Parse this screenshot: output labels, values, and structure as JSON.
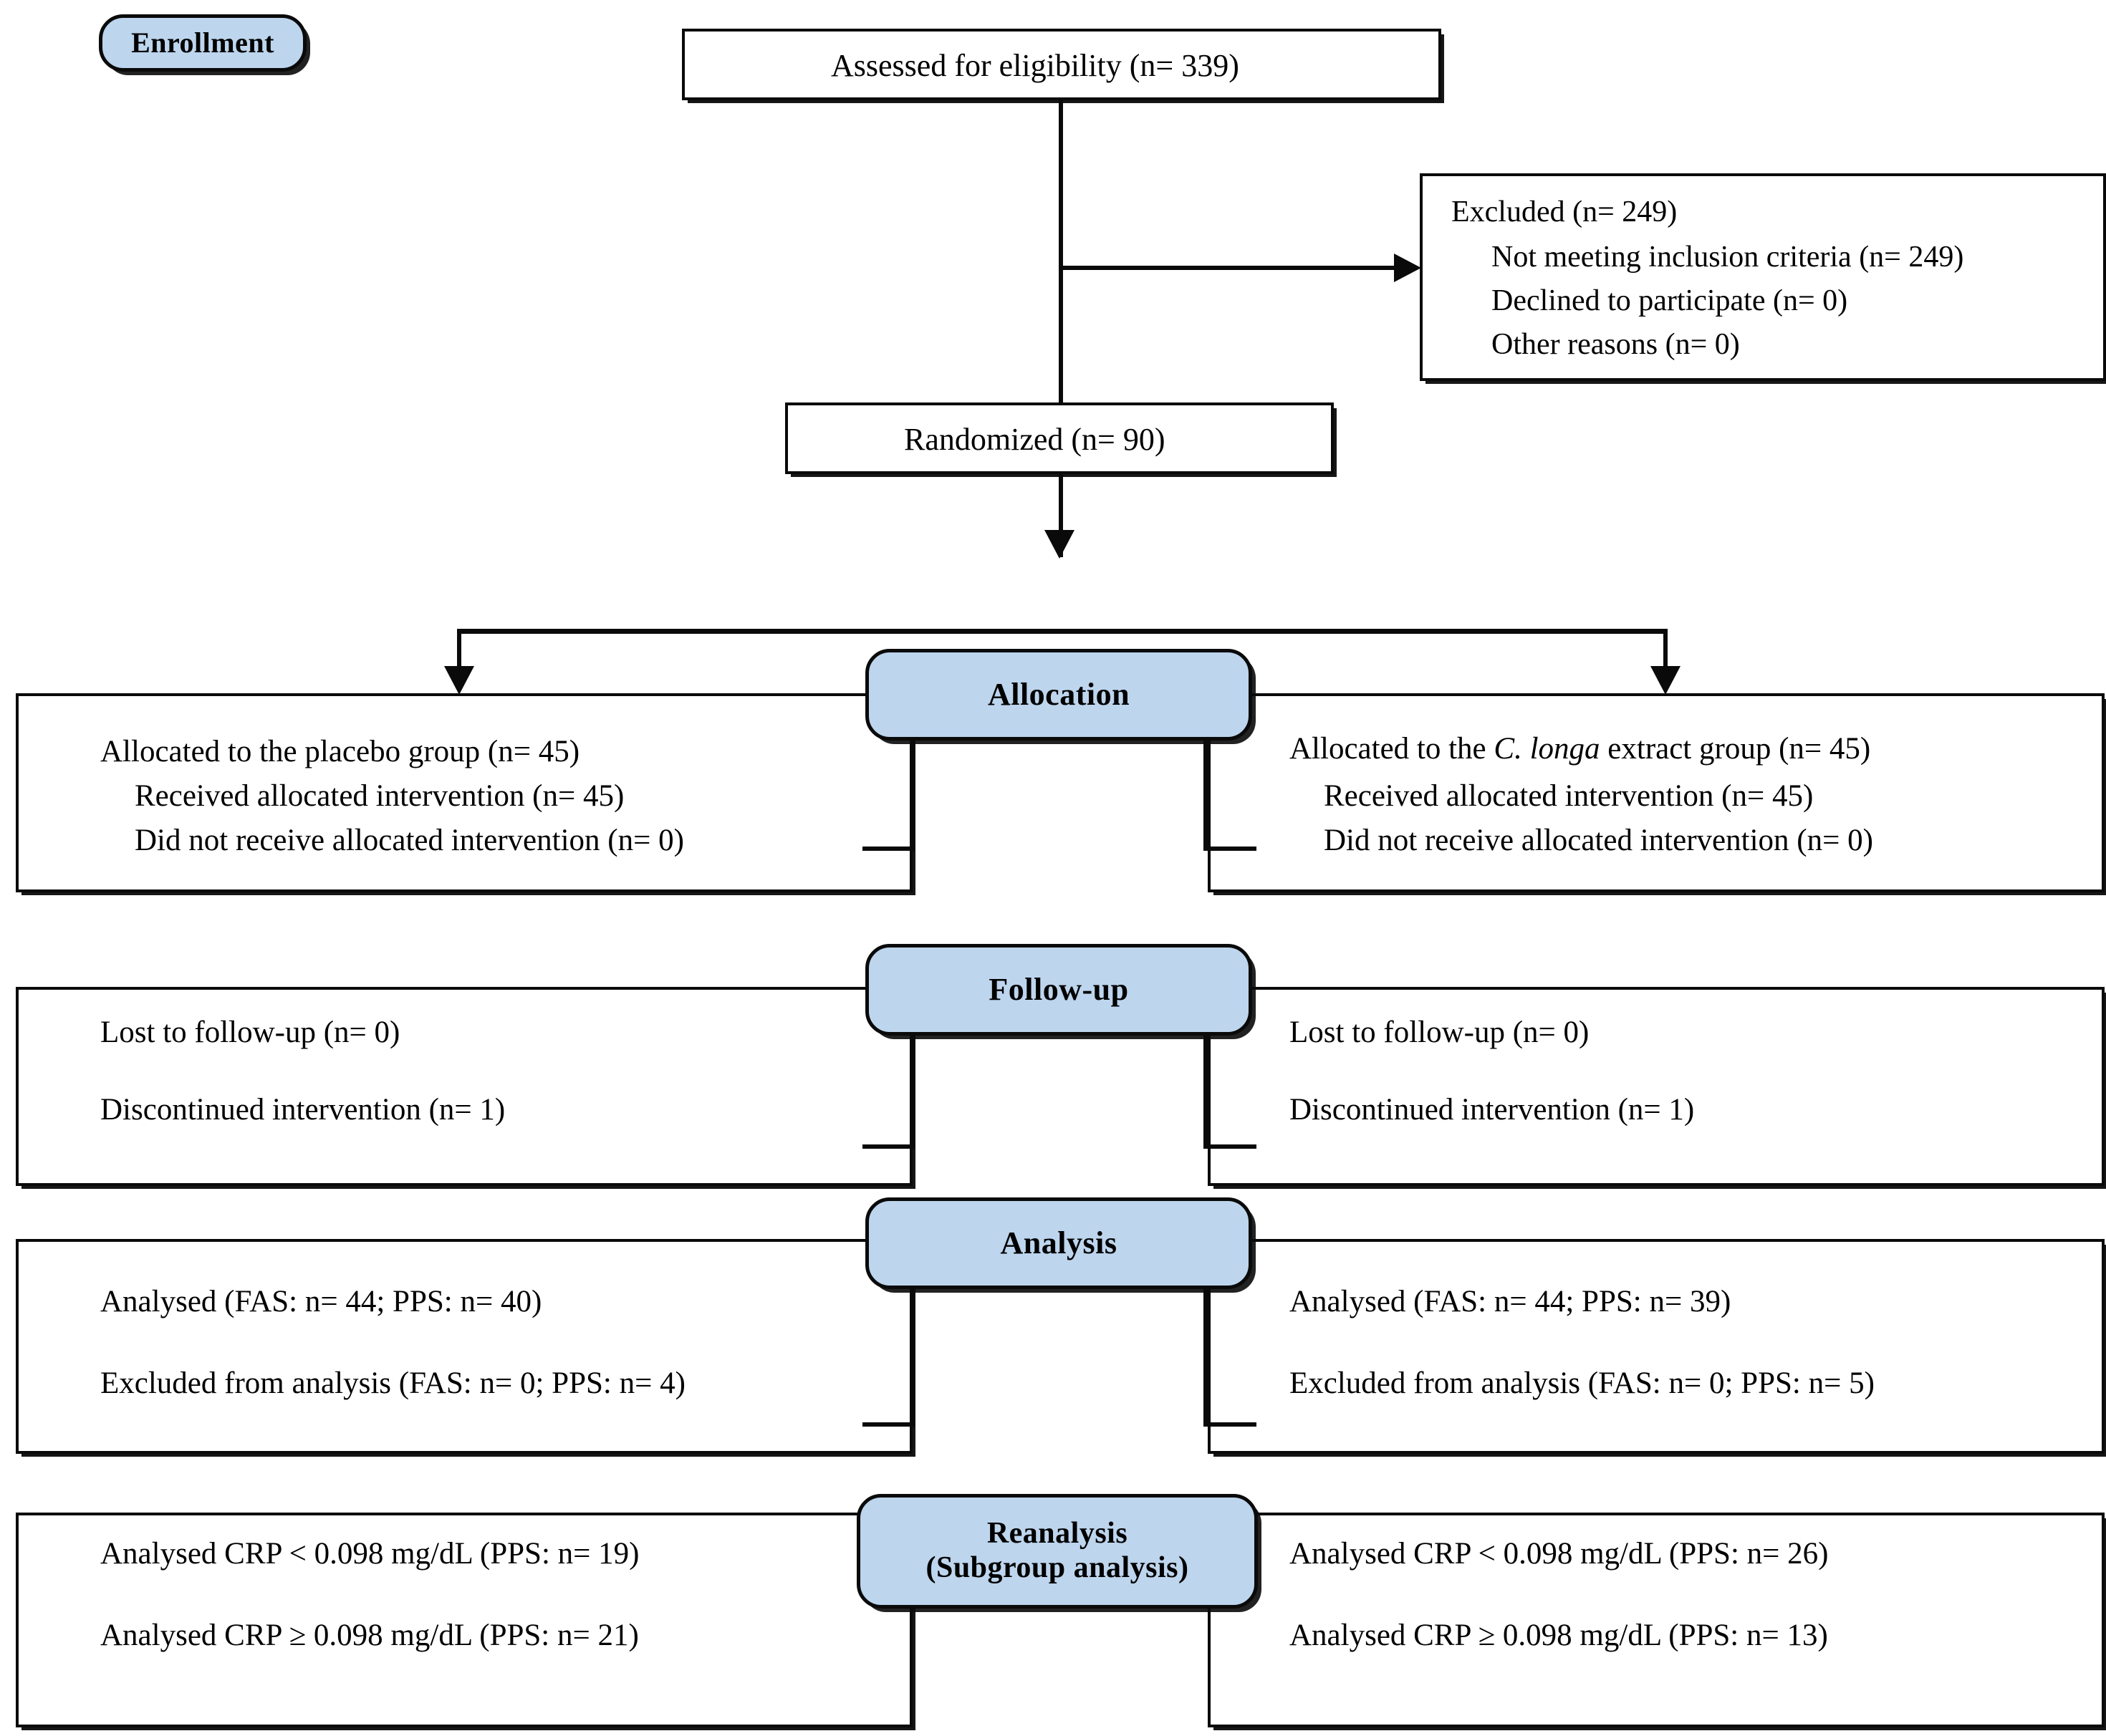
{
  "diagram": {
    "type": "consort-flow-diagram",
    "title": "CONSORT Participant Flow Diagram",
    "accent_color": "#bdd5ed",
    "border_color": "#0a0a0a",
    "background_color": "#ffffff"
  },
  "stages": {
    "enrollment": "Enrollment",
    "allocation": "Allocation",
    "followup": "Follow-up",
    "analysis": "Analysis",
    "reanalysis": "Reanalysis\n(Subgroup analysis)"
  },
  "enrollment": {
    "assessed": "Assessed for eligibility  (n= 339)",
    "excluded_title": "Excluded (n= 249)",
    "excluded_reasons": [
      "Not meeting inclusion  criteria (n= 249)",
      "Declined to participate  (n= 0)",
      "Other reasons (n= 0)"
    ],
    "randomized": "Randomized (n= 90)"
  },
  "allocation": {
    "left": {
      "heading": "Allocated to the placebo group (n= 45)",
      "items": [
        "Received allocated intervention  (n= 45)",
        "Did not receive allocated intervention  (n= 0)"
      ]
    },
    "right": {
      "heading_pre": "Allocated to the ",
      "heading_italic": "C. longa",
      "heading_post": " extract group (n= 45)",
      "items": [
        "Received allocated intervention  (n= 45)",
        "Did not receive allocated intervention  (n= 0)"
      ]
    }
  },
  "followup": {
    "left": [
      "Lost to follow-up  (n= 0)",
      "Discontinued  intervention (n= 1)"
    ],
    "right": [
      "Lost to follow-up  (n= 0)",
      "Discontinued  intervention (n= 1)"
    ]
  },
  "analysis": {
    "left": [
      "Analysed (FAS: n= 44; PPS: n= 40)",
      "Excluded from analysis (FAS: n= 0; PPS: n= 4)"
    ],
    "right": [
      "Analysed (FAS: n= 44; PPS: n= 39)",
      "Excluded from analysis (FAS: n= 0; PPS: n= 5)"
    ]
  },
  "reanalysis": {
    "left": [
      "Analysed CRP < 0.098 mg/dL (PPS: n= 19)",
      "Analysed CRP ≥ 0.098 mg/dL (PPS: n= 21)"
    ],
    "right": [
      "Analysed CRP < 0.098 mg/dL (PPS: n= 26)",
      "Analysed CRP ≥ 0.098 mg/dL (PPS: n= 13)"
    ]
  },
  "chart_data": {
    "type": "flowchart",
    "nodes": [
      {
        "id": "assessed",
        "label": "Assessed for eligibility  (n= 339)",
        "n": 339
      },
      {
        "id": "excluded",
        "label": "Excluded (n= 249)",
        "n": 249
      },
      {
        "id": "randomized",
        "label": "Randomized (n= 90)",
        "n": 90
      },
      {
        "id": "alloc_placebo",
        "label": "Allocated to the placebo group (n= 45)",
        "n": 45
      },
      {
        "id": "alloc_clonga",
        "label": "Allocated to the C. longa extract group (n= 45)",
        "n": 45
      },
      {
        "id": "analysed_placebo_fas",
        "label": "Analysed placebo FAS",
        "n": 44
      },
      {
        "id": "analysed_placebo_pps",
        "label": "Analysed placebo PPS",
        "n": 40
      },
      {
        "id": "analysed_clonga_fas",
        "label": "Analysed C. longa FAS",
        "n": 44
      },
      {
        "id": "analysed_clonga_pps",
        "label": "Analysed C. longa PPS",
        "n": 39
      }
    ]
  }
}
